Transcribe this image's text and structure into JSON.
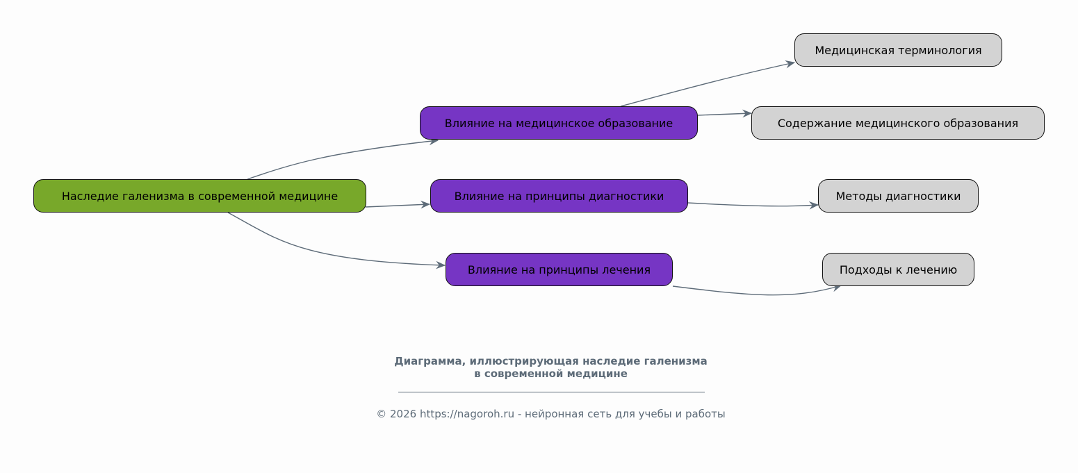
{
  "diagram": {
    "root": {
      "label": "Наследие галенизма в современной медицине",
      "color": "#78a82a"
    },
    "branches": [
      {
        "label": "Влияние на медицинское образование",
        "color": "#7635c4",
        "children": [
          "Медицинская терминология",
          "Содержание медицинского образования"
        ]
      },
      {
        "label": "Влияние на принципы диагностики",
        "color": "#7635c4",
        "children": [
          "Методы диагностики"
        ]
      },
      {
        "label": "Влияние на принципы лечения",
        "color": "#7635c4",
        "children": [
          "Подходы к лечению"
        ]
      }
    ],
    "leaf_color": "#d3d3d3",
    "edge_color": "#5d6b78"
  },
  "caption": {
    "title_line1": "Диаграмма, иллюстрирующая наследие галенизма",
    "title_line2": "в современной медицине",
    "copyright": "© 2026 https://nagoroh.ru - нейронная сеть для учебы и работы"
  }
}
